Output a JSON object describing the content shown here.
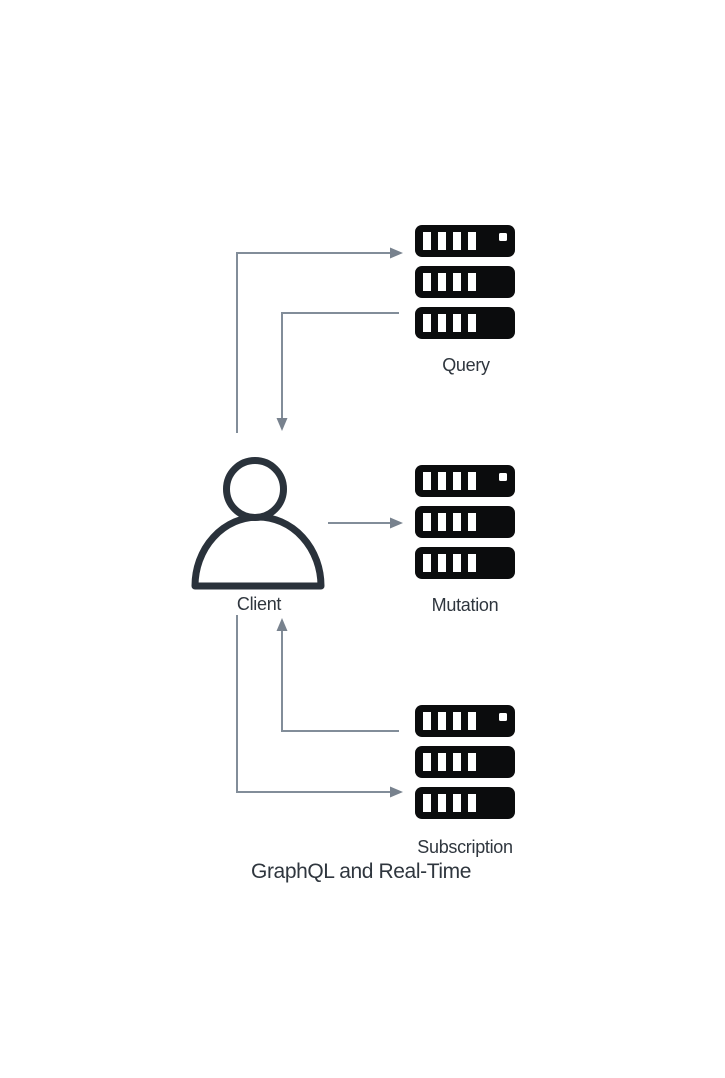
{
  "title": "GraphQL and Real-Time",
  "nodes": {
    "client": {
      "label": "Client",
      "icon": "person-icon"
    },
    "query": {
      "label": "Query",
      "icon": "server-stack-icon"
    },
    "mutation": {
      "label": "Mutation",
      "icon": "server-stack-icon"
    },
    "subscription": {
      "label": "Subscription",
      "icon": "server-stack-icon"
    }
  },
  "edges": [
    {
      "from": "client",
      "to": "query",
      "arrow_direction": "right"
    },
    {
      "from": "query",
      "to": "client",
      "arrow_direction": "down"
    },
    {
      "from": "client",
      "to": "mutation",
      "arrow_direction": "right"
    },
    {
      "from": "subscription",
      "to": "client",
      "arrow_direction": "up"
    },
    {
      "from": "client",
      "to": "subscription",
      "arrow_direction": "right"
    }
  ],
  "colors": {
    "background": "#ffffff",
    "server_icon": "#0b0c0d",
    "person_icon_stroke": "#2a323b",
    "connector": "#828d99",
    "text": "#2f363e"
  }
}
